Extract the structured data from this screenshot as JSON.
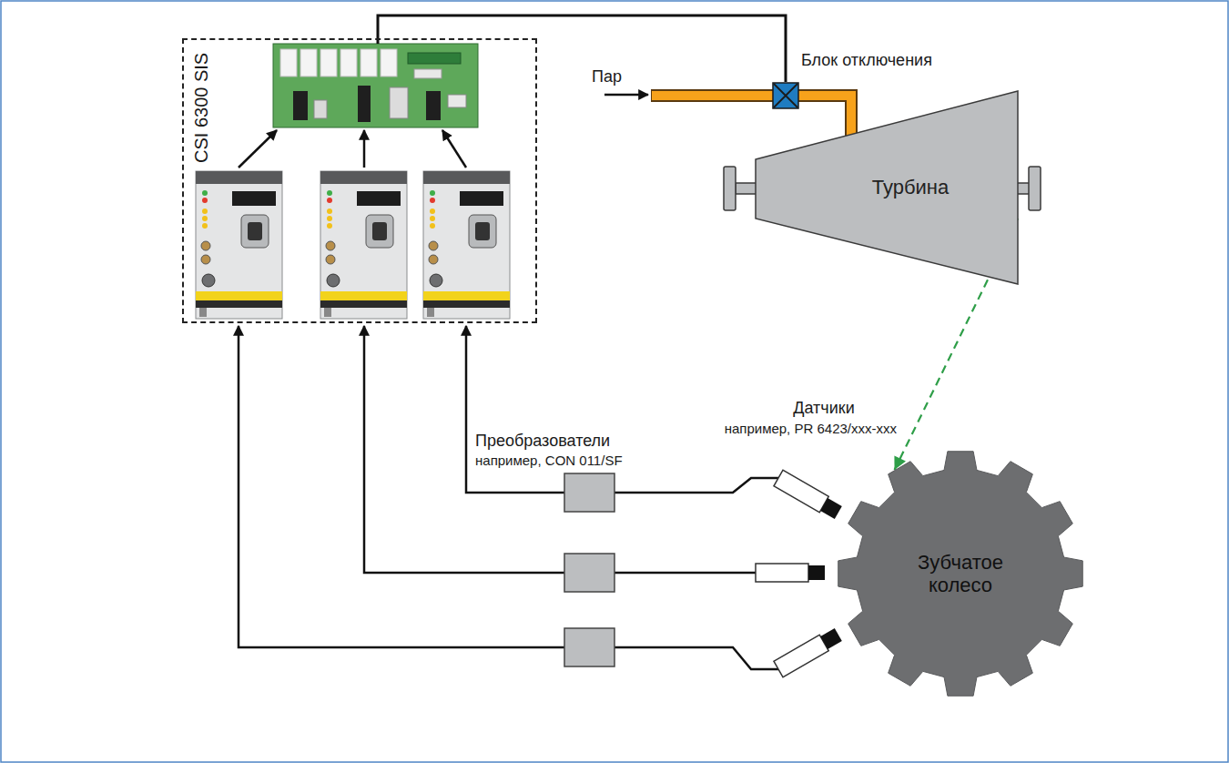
{
  "diagram": {
    "nodes": [
      {
        "text": [
          "CSI 6300 SIS"
        ]
      },
      {
        "text": [
          "Блок отключения"
        ]
      },
      {
        "text": [
          "Турбина"
        ]
      },
      {
        "text": [
          "Зубчатое колесо"
        ]
      }
    ],
    "edges": [
      {
        "from": 0,
        "to": 1,
        "arrow": "none"
      },
      {
        "from": 2,
        "to": 3,
        "arrow": "to"
      }
    ],
    "labels": [
      "Пар",
      "Датчики",
      "например, PR 6423/xxx-xxx",
      "Преобразователи",
      "например, CON 011/SF"
    ]
  }
}
